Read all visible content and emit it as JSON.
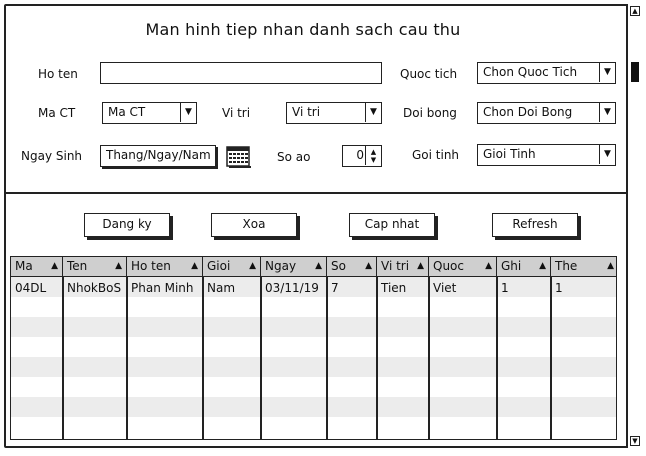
{
  "title": "Man hinh tiep nhan danh sach cau thu",
  "form": {
    "ho_ten_label": "Ho ten",
    "ho_ten_value": "",
    "quoc_tich_label": "Quoc tich",
    "quoc_tich_value": "Chon Quoc Tich",
    "ma_ct_label": "Ma CT",
    "ma_ct_value": "Ma CT",
    "vi_tri_label": "Vi tri",
    "vi_tri_value": "Vi tri",
    "doi_bong_label": "Doi bong",
    "doi_bong_value": "Chon Doi Bong",
    "ngay_sinh_label": "Ngay Sinh",
    "ngay_sinh_value": "Thang/Ngay/Nam",
    "so_ao_label": "So ao",
    "so_ao_value": "0",
    "gioi_tinh_label": "Goi tinh",
    "gioi_tinh_value": "Gioi Tinh"
  },
  "buttons": {
    "dang_ky": "Dang ky",
    "xoa": "Xoa",
    "cap_nhat": "Cap nhat",
    "refresh": "Refresh"
  },
  "table": {
    "columns": [
      "Ma",
      "Ten",
      "Ho ten",
      "Gioi",
      "Ngay",
      "So",
      "Vi tri",
      "Quoc",
      "Ghi",
      "The"
    ],
    "rows": [
      [
        "04DL",
        "NhokBoS",
        "Phan Minh",
        "Nam",
        "03/11/19",
        "7",
        "Tien",
        "Viet",
        "1",
        "1"
      ]
    ]
  },
  "icons": {
    "calendar": "calendar-icon",
    "sort": "sort-up-icon",
    "dropdown": "chevron-down-icon"
  }
}
